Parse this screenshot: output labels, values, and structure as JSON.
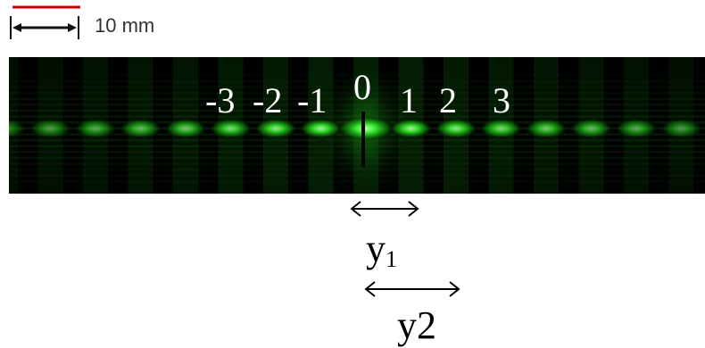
{
  "scale": {
    "label": "10 mm"
  },
  "pattern": {
    "orders": [
      {
        "id": "m3",
        "label": "-3"
      },
      {
        "id": "m2",
        "label": "-2"
      },
      {
        "id": "m1",
        "label": "-1"
      },
      {
        "id": "z0",
        "label": "0"
      },
      {
        "id": "p1",
        "label": "1"
      },
      {
        "id": "p2",
        "label": "2"
      },
      {
        "id": "p3",
        "label": "3"
      }
    ]
  },
  "measurements": {
    "y1": {
      "base": "y",
      "sub": "1"
    },
    "y2": {
      "label": "y2"
    }
  },
  "colors": {
    "fringe": "#22e01c",
    "background": "#000000",
    "scale_accent": "#cc0000"
  }
}
